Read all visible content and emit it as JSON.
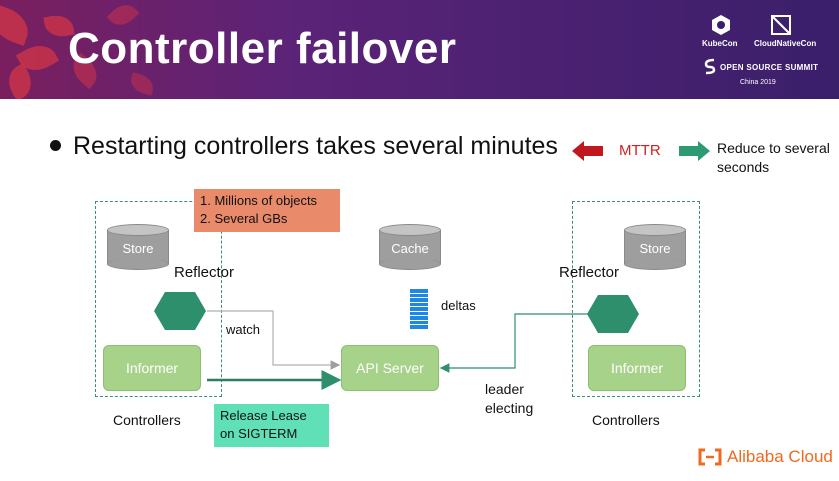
{
  "slide": {
    "title": "Controller failover",
    "bullet": "Restarting controllers takes several minutes",
    "mttr": "MTTR",
    "reduce": "Reduce to several seconds"
  },
  "logos": {
    "kubecon": "KubeCon",
    "cloudnativecon": "CloudNativeCon",
    "summit": "OPEN SOURCE SUMMIT",
    "edition": "China 2019",
    "footer": "Alibaba Cloud"
  },
  "diagram": {
    "left_store": "Store",
    "cache": "Cache",
    "right_store": "Store",
    "left_reflector": "Reflector",
    "right_reflector": "Reflector",
    "left_informer": "Informer",
    "right_informer": "Informer",
    "api_server": "API Server",
    "watch": "watch",
    "deltas": "deltas",
    "leader_electing_1": "leader",
    "leader_electing_2": "electing",
    "left_controllers": "Controllers",
    "right_controllers": "Controllers",
    "note_1": "1. Millions of objects",
    "note_2": "2. Several GBs",
    "release_1": "Release Lease",
    "release_2": "on SIGTERM"
  },
  "colors": {
    "mttr": "#d32020",
    "reduce_arrow": "#2e9a72",
    "mttr_arrow": "#c0181e",
    "accent_green": "#a6d28a",
    "footer": "#ef6a1e"
  }
}
